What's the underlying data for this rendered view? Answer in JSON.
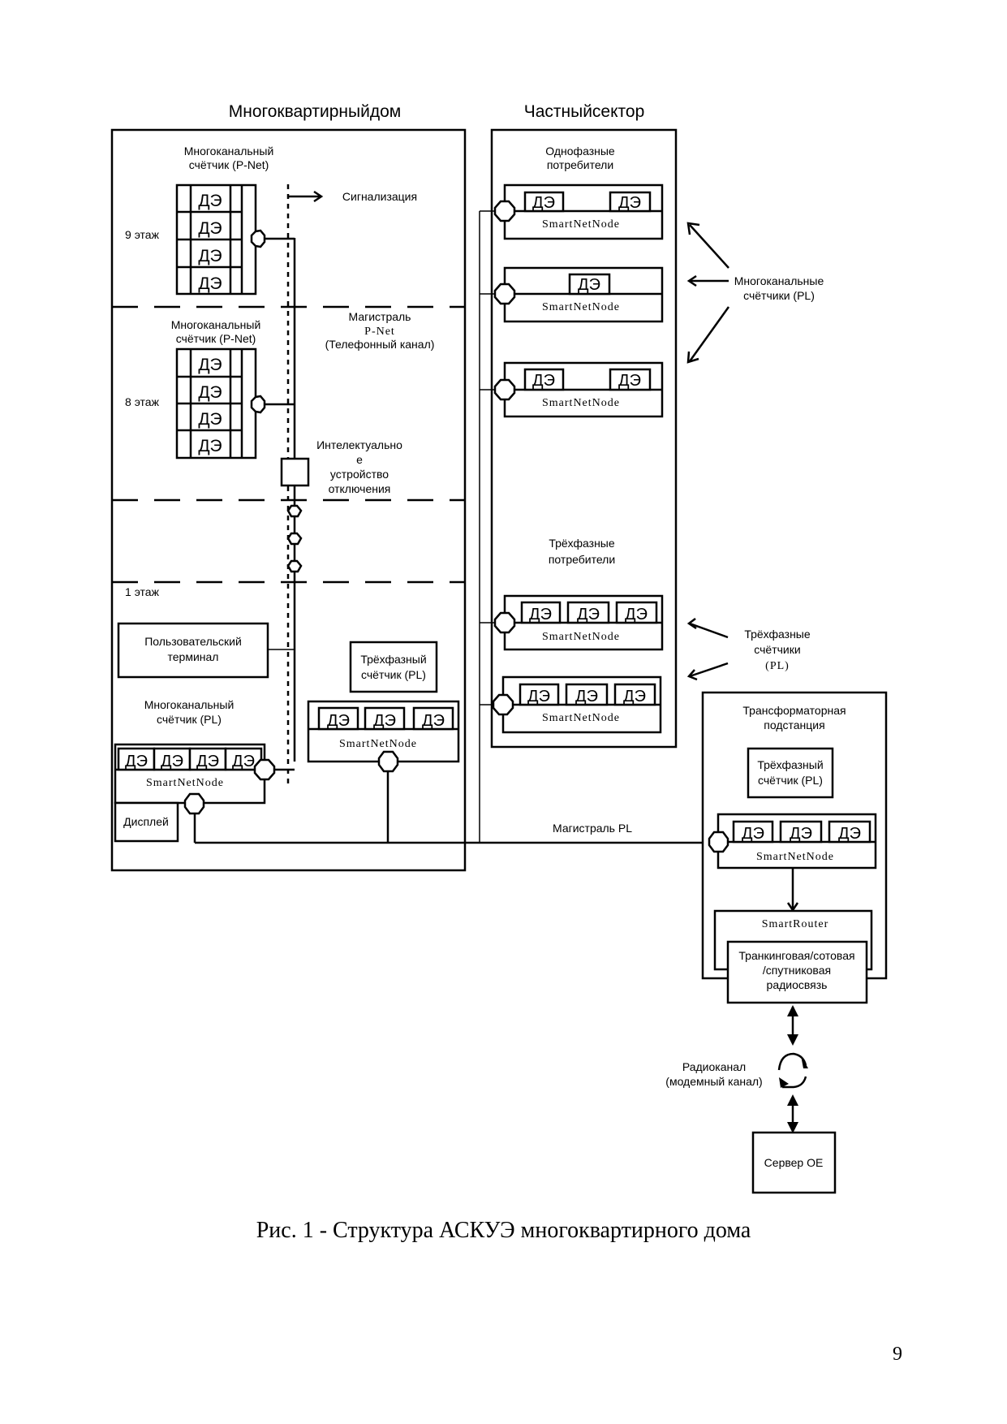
{
  "sections": {
    "apartment_building": "Многоквартирныйдом",
    "private_sector": "Частныйсектор"
  },
  "labels": {
    "de": "ДЭ",
    "smart_net_node": "SmartNetNode",
    "multi_meter_pnet_l1": "Многоканальный",
    "multi_meter_pnet_l2": "счётчик (P-Net)",
    "floor_9": "9 этаж",
    "floor_8": "8 этаж",
    "floor_1": "1 этаж",
    "alarm": "Сигнализация",
    "trunk_pnet_l1": "Магистраль",
    "trunk_pnet_l2": "P-Net",
    "trunk_pnet_l3": "(Телефонный канал)",
    "cutoff_l1": "Интелектуально",
    "cutoff_l2": "е",
    "cutoff_l3": "устройство",
    "cutoff_l4": "отключения",
    "user_terminal_l1": "Пользовательский",
    "user_terminal_l2": "терминал",
    "three_phase_meter_l1": "Трёхфазный",
    "three_phase_meter_l2": "счётчик (PL)",
    "multi_meter_pl_l1": "Многоканальный",
    "multi_meter_pl_l2": "счётчик (PL)",
    "display": "Дисплей",
    "single_phase_l1": "Однофазные",
    "single_phase_l2": "потребители",
    "multi_meters_pl_l1": "Многоканальные",
    "multi_meters_pl_l2": "счётчики  (PL)",
    "three_phase_cons_l1": "Трёхфазные",
    "three_phase_cons_l2": "потребители",
    "three_phase_meters_l1": "Трёхфазные",
    "three_phase_meters_l2": "счётчики",
    "three_phase_meters_l3": "(PL)",
    "substation_l1": "Трансформаторная",
    "substation_l2": "подстанция",
    "trunk_pl": "Магистраль PL",
    "smart_router": "SmartRouter",
    "radio_l1": "Транкинговая/сотовая",
    "radio_l2": "/спутниковая",
    "radio_l3": "радиосвязь",
    "radiochannel_l1": "Радиоканал",
    "radiochannel_l2": "(модемный  канал)",
    "server": "Сервер ОЕ"
  },
  "caption": "Рис. 1 - Структура АСКУЭ многоквартирного дома",
  "page_number": "9"
}
